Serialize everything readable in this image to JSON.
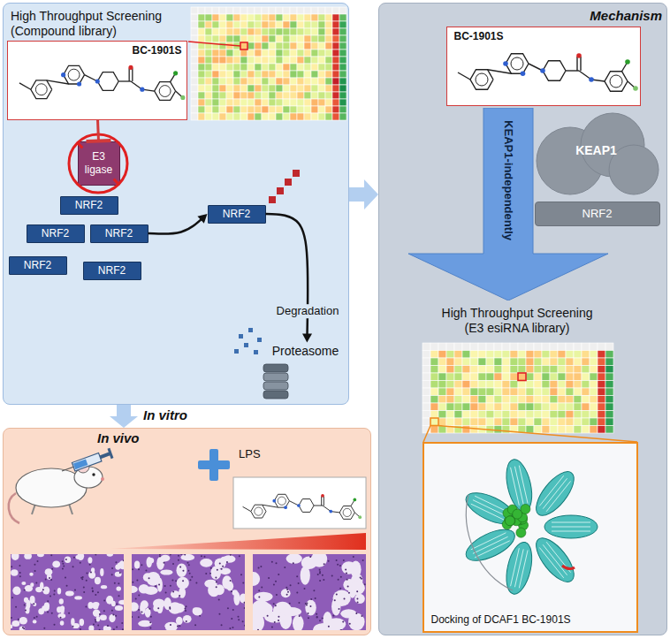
{
  "diagram": {
    "nodes": [
      {
        "text": [
          "High Throughput Screening (Compound library)"
        ]
      },
      {
        "text": [
          "BC-1901S"
        ],
        "in": 0
      },
      {
        "text": [
          "E3 ligase"
        ],
        "in": 0
      },
      {
        "text": [
          "NRF2"
        ],
        "in": 0
      },
      {
        "text": [
          "NRF2"
        ],
        "in": 0
      },
      {
        "text": [
          "NRF2"
        ],
        "in": 0
      },
      {
        "text": [
          "NRF2"
        ],
        "in": 0
      },
      {
        "text": [
          "NRF2"
        ],
        "in": 0
      },
      {
        "text": [
          "NRF2"
        ],
        "in": 0
      },
      {
        "text": [
          "Proteasome"
        ],
        "in": 0
      },
      {
        "text": [
          "In vivo"
        ]
      },
      {
        "text": [
          "Mechanism"
        ]
      },
      {
        "text": [
          "BC-1901S"
        ],
        "in": 11
      },
      {
        "text": [
          "KEAP1-independently"
        ],
        "in": 11
      },
      {
        "text": [
          "KEAP1"
        ],
        "in": 11
      },
      {
        "text": [
          "NRF2"
        ],
        "in": 11
      },
      {
        "text": [
          "Docking of DCAF1 BC-1901S"
        ],
        "in": 11
      }
    ],
    "edges": [
      {
        "from": 1,
        "to": 2,
        "arrow": "to"
      },
      {
        "from": 5,
        "to": 8,
        "arrow": "to"
      },
      {
        "from": 8,
        "to": 9,
        "arrow": "to",
        "label": "Degradation"
      },
      {
        "from": 0,
        "to": 11,
        "arrow": "to"
      },
      {
        "from": 0,
        "to": 10,
        "arrow": "to"
      }
    ],
    "labels": [
      "In vitro",
      "LPS",
      "High Throughput Screening (E3 esiRNA library)"
    ]
  }
}
